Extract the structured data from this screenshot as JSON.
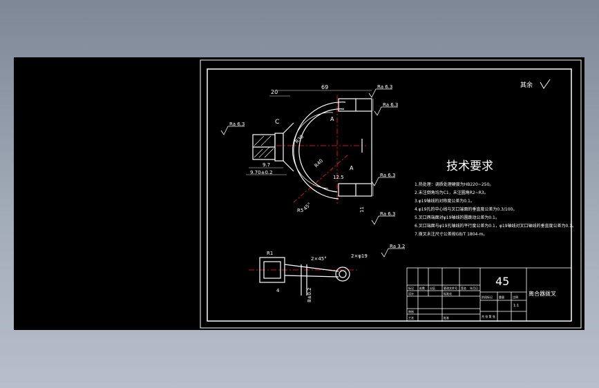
{
  "colors": {
    "background": "#8a94a2",
    "canvas": "#000000",
    "line": "#ffffff",
    "centerline": "#ff2020",
    "leader": "#4aa8ff",
    "dim": "#e8e8e8"
  },
  "drawing": {
    "rest_roughness": "其余",
    "tech_title": "技术要求",
    "tech_notes": [
      "1.热处理：调质处理硬度为HB220~250。",
      "2.未注倒角均为C1，未注圆角R2~R3。",
      "3.φ19轴线的对称度公差为0.1。",
      "4.φ19孔的中心线与叉口端面的垂直度公差为0.3/100。",
      "5.叉口两端面对φ19轴线的圆跳动公差为0.1。",
      "6.叉口端面与φ19孔轴线的平行度公差为0.1，φ19轴线对叉口轴线的垂直度公差为0.1。",
      "7.拨叉未注尺寸公差按GB/T 1804-m。"
    ],
    "roughness": [
      "Ra 6.3",
      "Ra 6.3",
      "Ra 6.3",
      "Ra 6.3",
      "Ra 6.3",
      "Ra 3.2"
    ],
    "dims": {
      "d1": "69",
      "d2": "20",
      "d3": "9.7",
      "d4": "9.70±0.2",
      "d5": "R5",
      "d6": "R1",
      "d7": "2×φ19",
      "d8": "2×45°",
      "d9": "4",
      "d10": "11",
      "d11": "12.5",
      "d12": "4",
      "d13": "8±0.2",
      "d14": "R30",
      "d15": "R40",
      "d16": "45°",
      "label_c": "C",
      "label_a": "A",
      "label_b": "A"
    },
    "title_block": {
      "material": "45",
      "part_name": "离合器拨叉",
      "scale": "1:1",
      "rows": [
        "标记",
        "处数",
        "分区",
        "更改文件号",
        "签名",
        "年月日"
      ],
      "designer": "设计",
      "standardize": "标准化",
      "review": "审核",
      "process": "工艺",
      "approve": "批准",
      "stage": "阶段标记",
      "weight": "重量",
      "ratio": "比例",
      "sheets": "共 张 第 张"
    }
  }
}
